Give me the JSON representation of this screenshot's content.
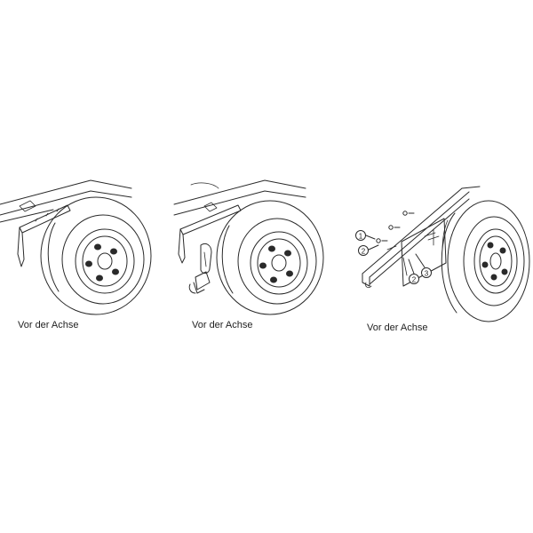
{
  "panels": [
    {
      "caption": "Vor der Achse"
    },
    {
      "caption": "Vor der Achse"
    },
    {
      "caption": "Vor der Achse",
      "callouts": [
        "1",
        "2",
        "2",
        "3"
      ]
    }
  ]
}
